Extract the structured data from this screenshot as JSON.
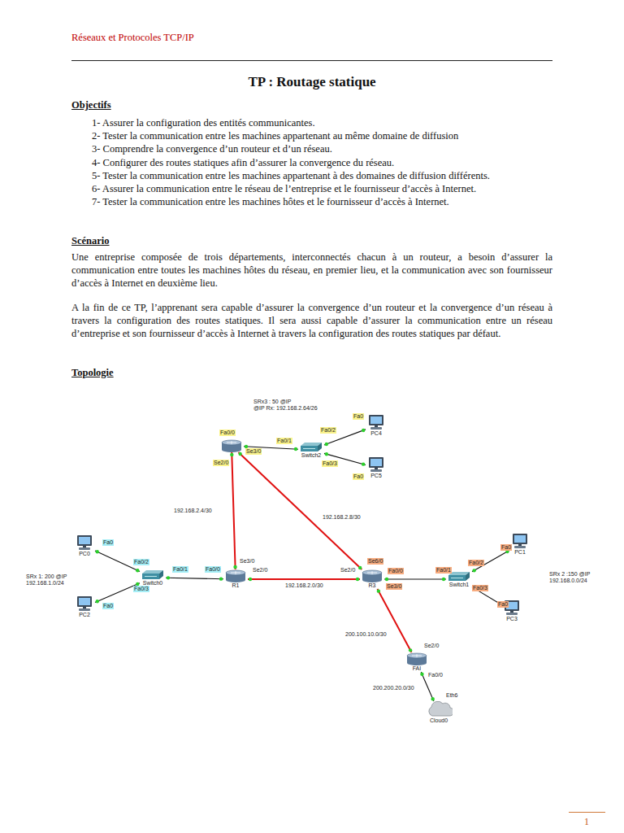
{
  "diagram": {
    "title": "TP : Routage statique",
    "nodes": [
      {
        "text": [
          "SRx3 : 50 @IP",
          "@IP Rx: 192.168.2.64/26"
        ]
      },
      {
        "text": [],
        "in": 0
      },
      {
        "text": [
          "Switch2"
        ],
        "in": 0
      },
      {
        "text": [
          "PC4"
        ],
        "in": 0
      },
      {
        "text": [
          "PC5"
        ],
        "in": 0
      },
      {
        "text": [
          "SRx 1: 200 @IP",
          "192.168.1.0/24"
        ]
      },
      {
        "text": [
          "PC0"
        ],
        "in": 5
      },
      {
        "text": [
          "Switch0"
        ],
        "in": 5
      },
      {
        "text": [
          "PC2"
        ],
        "in": 5
      },
      {
        "text": [
          "R1"
        ],
        "in": 5
      },
      {
        "text": [
          "SRx 2 :150 @IP",
          "192.168.0.0/24"
        ]
      },
      {
        "text": [
          "R3"
        ],
        "in": 10
      },
      {
        "text": [
          "Switch1"
        ],
        "in": 10
      },
      {
        "text": [
          "PC1"
        ],
        "in": 10
      },
      {
        "text": [
          "PC3"
        ],
        "in": 10
      },
      {
        "text": [
          "FAI"
        ]
      },
      {
        "text": [
          "Cloud0"
        ]
      }
    ],
    "edges": [
      {
        "from": 1,
        "to": 2,
        "arrow": "none"
      },
      {
        "from": 2,
        "to": 3,
        "arrow": "none"
      },
      {
        "from": 2,
        "to": 4,
        "arrow": "none"
      },
      {
        "from": 1,
        "to": 9,
        "arrow": "none",
        "label": "192.168.2.4/30"
      },
      {
        "from": 1,
        "to": 11,
        "arrow": "none",
        "label": "192.168.2.8/30"
      },
      {
        "from": 6,
        "to": 7,
        "arrow": "none"
      },
      {
        "from": 8,
        "to": 7,
        "arrow": "none"
      },
      {
        "from": 7,
        "to": 9,
        "arrow": "none"
      },
      {
        "from": 9,
        "to": 11,
        "arrow": "none",
        "label": "192.168.2.0/30"
      },
      {
        "from": 11,
        "to": 12,
        "arrow": "none"
      },
      {
        "from": 12,
        "to": 13,
        "arrow": "none"
      },
      {
        "from": 12,
        "to": 14,
        "arrow": "none"
      },
      {
        "from": 11,
        "to": 15,
        "arrow": "none",
        "label": "200.100.10.0/30"
      },
      {
        "from": 15,
        "to": 16,
        "arrow": "none",
        "label": "200.200.20.0/30"
      }
    ],
    "labels": [
      "Réseaux et Protocoles TCP/IP",
      "Objectifs",
      "1- Assurer la configuration des entités communicantes.",
      "2- Tester la communication entre les machines appartenant au même domaine de diffusion",
      "3- Comprendre la convergence d’un routeur et d’un réseau.",
      "4- Configurer des routes statiques afin d’assurer la convergence du réseau.",
      "5- Tester la communication entre les machines appartenant à des domaines de diffusion différents.",
      "6- Assurer la communication entre le réseau de l’entreprise et le fournisseur d’accès à Internet.",
      "7- Tester la communication entre les machines hôtes et le fournisseur d’accès à Internet.",
      "Scénario",
      "Une entreprise composée de trois départements, interconnectés chacun à un routeur, a besoin d’assurer la communication entre toutes les machines hôtes du réseau, en premier lieu, et la communication avec son fournisseur d’accès à Internet en deuxième lieu.",
      "A la fin de ce TP, l’apprenant sera capable d’assurer la convergence d’un routeur et la convergence d’un réseau à travers la configuration des routes statiques. Il sera aussi capable d’assurer la communication entre un réseau d’entreprise et son fournisseur d’accès à Internet à travers la configuration des routes statiques par défaut.",
      "Topologie",
      "Fa0/0",
      "Se3/0",
      "Se2/0",
      "Fa0/1",
      "Fa0/2",
      "Fa0",
      "Fa0/3",
      "Fa0",
      "Fa0",
      "Fa0/2",
      "Fa0/3",
      "Fa0",
      "Fa0/1",
      "Fa0/0",
      "Se3/0",
      "Se2/0",
      "Se6/0",
      "Se2/0",
      "Fa0/0",
      "Se3/0",
      "Fa0/1",
      "Fa0/2",
      "Fa0/3",
      "Fa0",
      "Fa0",
      "Se2/0",
      "Fa0/0",
      "Eth6",
      "1"
    ]
  }
}
